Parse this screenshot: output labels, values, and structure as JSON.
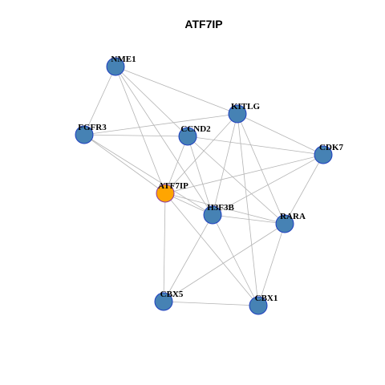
{
  "title": "ATF7IP",
  "colors": {
    "node_fill": "#4682b4",
    "node_stroke": "#1f3fbf",
    "focus_fill": "#ffa500",
    "focus_stroke": "#8b3aa0",
    "edge": "#b4b4b4"
  },
  "network": {
    "focus": "ATF7IP",
    "nodes": [
      "NME1",
      "KITLG",
      "FGFR3",
      "CCND2",
      "CDK7",
      "ATF7IP",
      "H3F3B",
      "RARA",
      "CBX5",
      "CBX1"
    ],
    "edges": [
      [
        "NME1",
        "FGFR3"
      ],
      [
        "NME1",
        "KITLG"
      ],
      [
        "NME1",
        "CCND2"
      ],
      [
        "NME1",
        "ATF7IP"
      ],
      [
        "NME1",
        "H3F3B"
      ],
      [
        "FGFR3",
        "KITLG"
      ],
      [
        "FGFR3",
        "CCND2"
      ],
      [
        "FGFR3",
        "ATF7IP"
      ],
      [
        "FGFR3",
        "H3F3B"
      ],
      [
        "KITLG",
        "CDK7"
      ],
      [
        "KITLG",
        "ATF7IP"
      ],
      [
        "KITLG",
        "H3F3B"
      ],
      [
        "KITLG",
        "RARA"
      ],
      [
        "KITLG",
        "CBX1"
      ],
      [
        "CCND2",
        "CDK7"
      ],
      [
        "CCND2",
        "ATF7IP"
      ],
      [
        "CCND2",
        "H3F3B"
      ],
      [
        "CCND2",
        "RARA"
      ],
      [
        "CDK7",
        "ATF7IP"
      ],
      [
        "CDK7",
        "H3F3B"
      ],
      [
        "CDK7",
        "RARA"
      ],
      [
        "ATF7IP",
        "H3F3B"
      ],
      [
        "ATF7IP",
        "RARA"
      ],
      [
        "ATF7IP",
        "CBX5"
      ],
      [
        "ATF7IP",
        "CBX1"
      ],
      [
        "H3F3B",
        "RARA"
      ],
      [
        "H3F3B",
        "CBX5"
      ],
      [
        "H3F3B",
        "CBX1"
      ],
      [
        "RARA",
        "CBX5"
      ],
      [
        "RARA",
        "CBX1"
      ],
      [
        "CBX5",
        "CBX1"
      ]
    ]
  }
}
